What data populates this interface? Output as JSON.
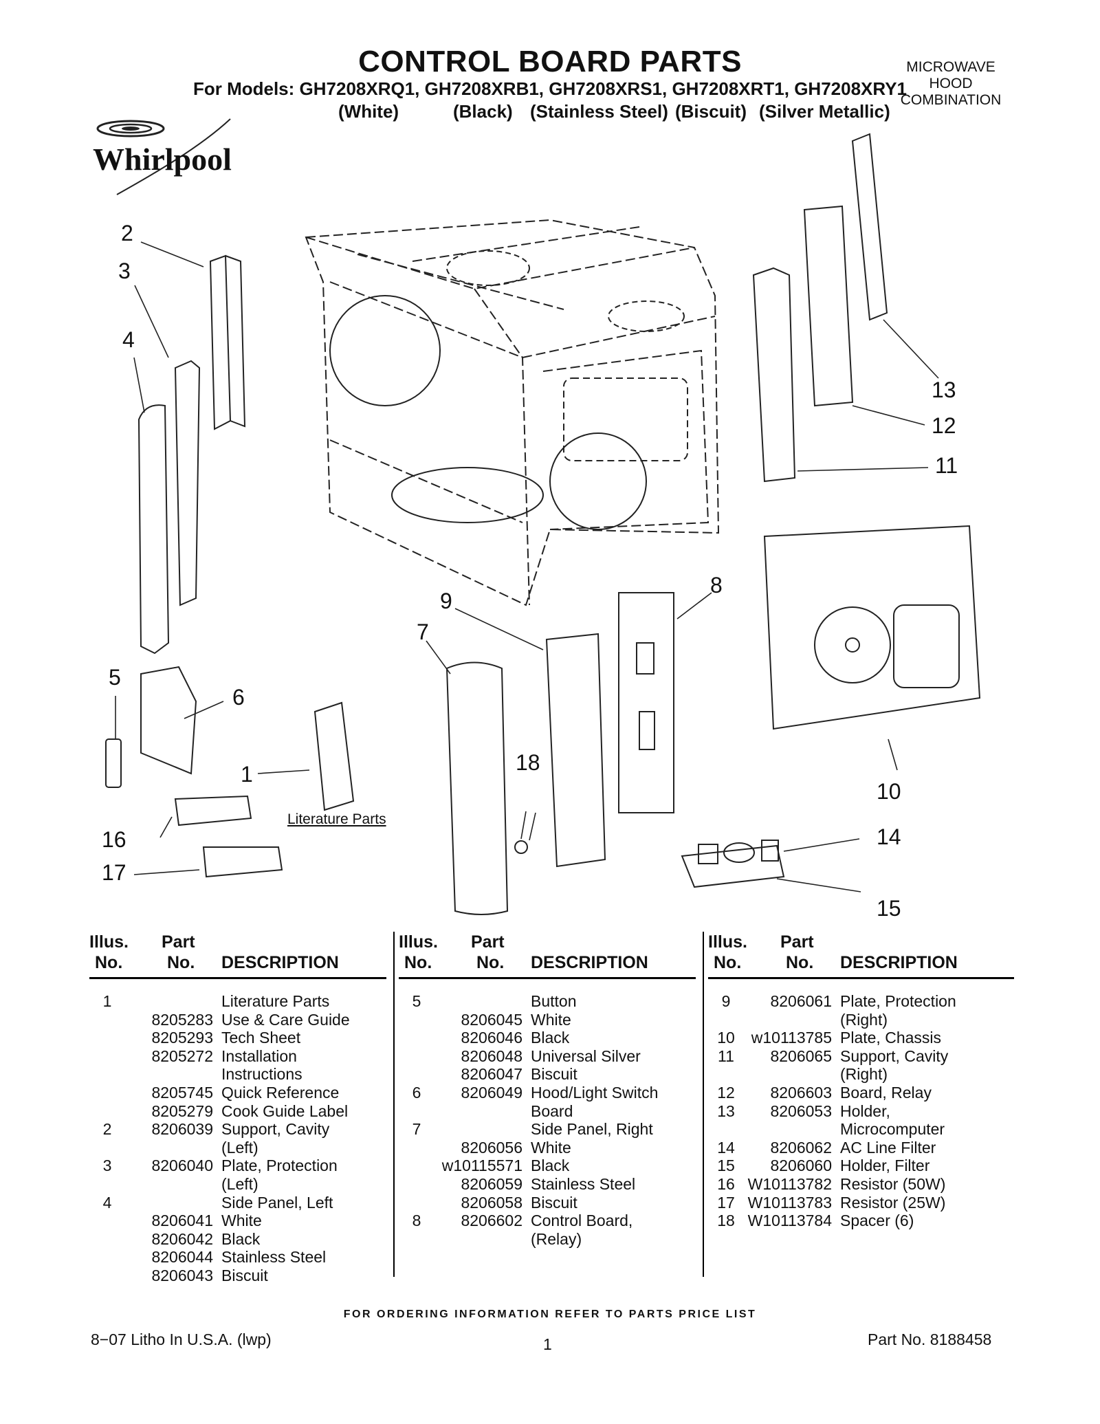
{
  "header": {
    "title": "CONTROL BOARD PARTS",
    "models": "For Models: GH7208XRQ1, GH7208XRB1, GH7208XRS1, GH7208XRT1, GH7208XRY1",
    "colors": [
      "(White)",
      "(Black)",
      "(Stainless Steel)",
      "(Biscuit)",
      "(Silver Metallic)"
    ],
    "product_type": [
      "MICROWAVE",
      "HOOD",
      "COMBINATION"
    ],
    "brand": "Whirlpool"
  },
  "diagram": {
    "callouts": [
      "1",
      "2",
      "3",
      "4",
      "5",
      "6",
      "7",
      "8",
      "9",
      "10",
      "11",
      "12",
      "13",
      "14",
      "15",
      "16",
      "17",
      "18"
    ],
    "literature_label": "Literature Parts"
  },
  "table": {
    "headers": {
      "illus_1": "Illus.",
      "illus_2": "No.",
      "part_1": "Part",
      "part_2": "No.",
      "description": "DESCRIPTION"
    },
    "columns": [
      [
        {
          "illus": "1",
          "part": "",
          "desc": "Literature Parts"
        },
        {
          "illus": "",
          "part": "8205283",
          "desc": "Use & Care Guide"
        },
        {
          "illus": "",
          "part": "8205293",
          "desc": "Tech Sheet"
        },
        {
          "illus": "",
          "part": "8205272",
          "desc": "Installation"
        },
        {
          "illus": "",
          "part": "",
          "desc": "Instructions"
        },
        {
          "illus": "",
          "part": "8205745",
          "desc": "Quick Reference"
        },
        {
          "illus": "",
          "part": "8205279",
          "desc": "Cook Guide Label"
        },
        {
          "illus": "2",
          "part": "8206039",
          "desc": "Support, Cavity"
        },
        {
          "illus": "",
          "part": "",
          "desc": "(Left)"
        },
        {
          "illus": "3",
          "part": "8206040",
          "desc": "Plate, Protection"
        },
        {
          "illus": "",
          "part": "",
          "desc": "(Left)"
        },
        {
          "illus": "4",
          "part": "",
          "desc": "Side Panel, Left"
        },
        {
          "illus": "",
          "part": "8206041",
          "desc": "White"
        },
        {
          "illus": "",
          "part": "8206042",
          "desc": "Black"
        },
        {
          "illus": "",
          "part": "8206044",
          "desc": "Stainless Steel"
        },
        {
          "illus": "",
          "part": "8206043",
          "desc": "Biscuit"
        }
      ],
      [
        {
          "illus": "5",
          "part": "",
          "desc": "Button"
        },
        {
          "illus": "",
          "part": "8206045",
          "desc": "White"
        },
        {
          "illus": "",
          "part": "8206046",
          "desc": "Black"
        },
        {
          "illus": "",
          "part": "8206048",
          "desc": "Universal Silver"
        },
        {
          "illus": "",
          "part": "8206047",
          "desc": "Biscuit"
        },
        {
          "illus": "6",
          "part": "8206049",
          "desc": "Hood/Light Switch"
        },
        {
          "illus": "",
          "part": "",
          "desc": "Board"
        },
        {
          "illus": "7",
          "part": "",
          "desc": "Side Panel, Right"
        },
        {
          "illus": "",
          "part": "8206056",
          "desc": "White"
        },
        {
          "illus": "",
          "part": "w10115571",
          "desc": "Black"
        },
        {
          "illus": "",
          "part": "8206059",
          "desc": "Stainless Steel"
        },
        {
          "illus": "",
          "part": "8206058",
          "desc": "Biscuit"
        },
        {
          "illus": "8",
          "part": "8206602",
          "desc": "Control Board,"
        },
        {
          "illus": "",
          "part": "",
          "desc": "(Relay)"
        }
      ],
      [
        {
          "illus": "9",
          "part": "8206061",
          "desc": "Plate, Protection"
        },
        {
          "illus": "",
          "part": "",
          "desc": "(Right)"
        },
        {
          "illus": "10",
          "part": "w10113785",
          "desc": "Plate, Chassis"
        },
        {
          "illus": "11",
          "part": "8206065",
          "desc": "Support, Cavity"
        },
        {
          "illus": "",
          "part": "",
          "desc": "(Right)"
        },
        {
          "illus": "12",
          "part": "8206603",
          "desc": "Board, Relay"
        },
        {
          "illus": "13",
          "part": "8206053",
          "desc": "Holder,"
        },
        {
          "illus": "",
          "part": "",
          "desc": "Microcomputer"
        },
        {
          "illus": "14",
          "part": "8206062",
          "desc": "AC Line Filter"
        },
        {
          "illus": "15",
          "part": "8206060",
          "desc": "Holder, Filter"
        },
        {
          "illus": "16",
          "part": "W10113782",
          "desc": "Resistor (50W)"
        },
        {
          "illus": "17",
          "part": "W10113783",
          "desc": "Resistor (25W)"
        },
        {
          "illus": "18",
          "part": "W10113784",
          "desc": "Spacer (6)"
        }
      ]
    ]
  },
  "footer": {
    "order_note": "FOR ORDERING INFORMATION REFER TO PARTS PRICE LIST",
    "litho": "8−07 Litho In U.S.A. (lwp)",
    "page": "1",
    "part_no": "Part No. 8188458"
  }
}
